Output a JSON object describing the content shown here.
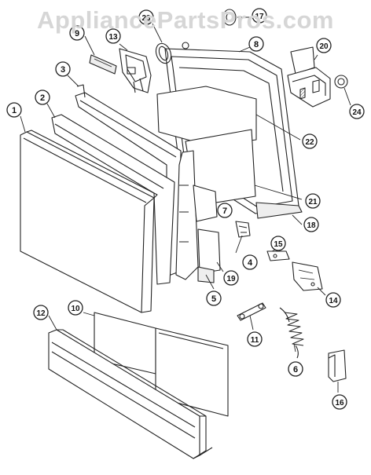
{
  "watermark": "AppliancePartsPros.com",
  "callouts": [
    {
      "id": "c1",
      "label": "1"
    },
    {
      "id": "c2",
      "label": "2"
    },
    {
      "id": "c3",
      "label": "3"
    },
    {
      "id": "c4",
      "label": "4"
    },
    {
      "id": "c5",
      "label": "5"
    },
    {
      "id": "c6",
      "label": "6"
    },
    {
      "id": "c7",
      "label": "7"
    },
    {
      "id": "c8",
      "label": "8"
    },
    {
      "id": "c9",
      "label": "9"
    },
    {
      "id": "c10",
      "label": "10"
    },
    {
      "id": "c11",
      "label": "11"
    },
    {
      "id": "c12",
      "label": "12"
    },
    {
      "id": "c13",
      "label": "13"
    },
    {
      "id": "c14",
      "label": "14"
    },
    {
      "id": "c15",
      "label": "15"
    },
    {
      "id": "c16",
      "label": "16"
    },
    {
      "id": "c17",
      "label": "17"
    },
    {
      "id": "c18",
      "label": "18"
    },
    {
      "id": "c19",
      "label": "19"
    },
    {
      "id": "c20",
      "label": "20"
    },
    {
      "id": "c21",
      "label": "21"
    },
    {
      "id": "c22",
      "label": "22"
    },
    {
      "id": "c23",
      "label": "23"
    },
    {
      "id": "c24",
      "label": "24"
    }
  ]
}
